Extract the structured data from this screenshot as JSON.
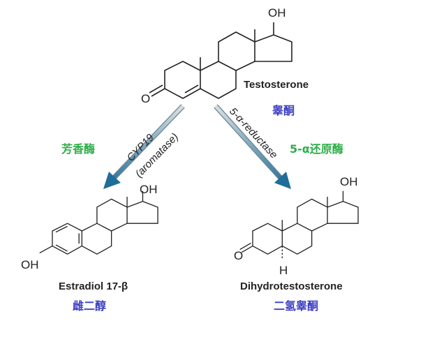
{
  "molecules": {
    "testosterone": {
      "name": "Testosterone",
      "chinese": "睾酮",
      "oh": "OH",
      "o": "O"
    },
    "estradiol": {
      "name": "Estradiol 17-β",
      "chinese": "雌二醇",
      "oh17": "OH",
      "oh3": "OH"
    },
    "dht": {
      "name": "Dihydrotestosterone",
      "chinese": "二氢睾酮",
      "oh": "OH",
      "o": "O",
      "h": "H"
    }
  },
  "arrows": {
    "left": {
      "enzyme": "CYP19",
      "enzyme_alt": "(aromatase)",
      "chinese": "芳香酶"
    },
    "right": {
      "enzyme": "5-α-reductase",
      "chinese": "5-α还原酶"
    }
  },
  "colors": {
    "chinese_name": "#3c3fc4",
    "enzyme_chinese": "#2fae4a",
    "arrow_start": "#c9d3d8",
    "arrow_end": "#1f6d98"
  }
}
